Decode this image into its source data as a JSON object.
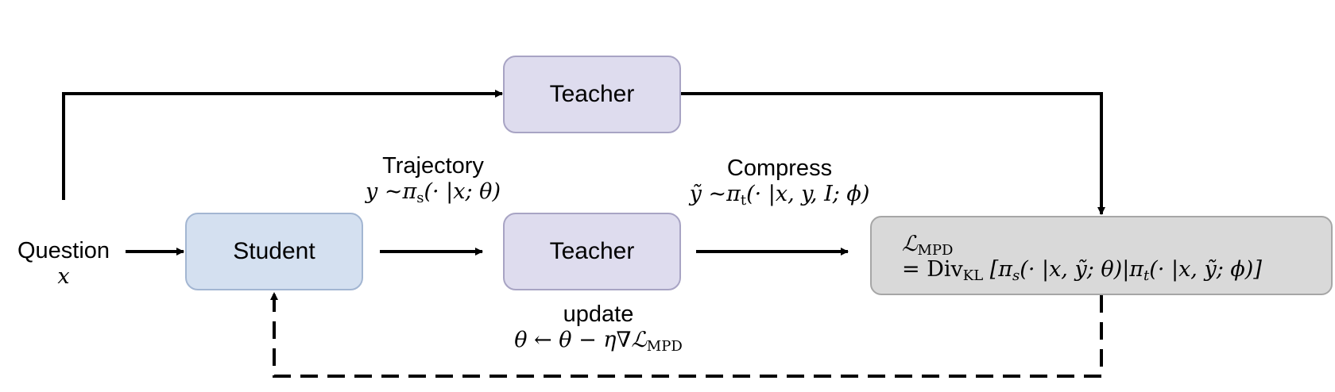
{
  "nodes": {
    "teacher_top": "Teacher",
    "student": "Student",
    "teacher_mid": "Teacher"
  },
  "labels": {
    "question": "Question",
    "question_var": "x",
    "trajectory": "Trajectory",
    "trajectory_formula": "y ~π",
    "trajectory_formula_sub": "s",
    "trajectory_formula_rest": "(· |x; θ)",
    "compress": "Compress",
    "compress_formula": "ỹ ~π",
    "compress_formula_sub": "t",
    "compress_formula_rest": "(· |x, y, I; ϕ)",
    "update": "update",
    "update_formula": "θ ← θ − η∇ℒ",
    "update_formula_sub": "MPD"
  },
  "loss": {
    "symbol": "ℒ",
    "symbol_sub": "MPD",
    "eq_prefix": "= Div",
    "eq_sub": "KL",
    "eq_body_1": " [π",
    "eq_body_1_sub": "s",
    "eq_body_2": "(· |x, ỹ; θ)|π",
    "eq_body_2_sub": "t",
    "eq_body_3": "(· |x, ỹ; ϕ)]"
  }
}
